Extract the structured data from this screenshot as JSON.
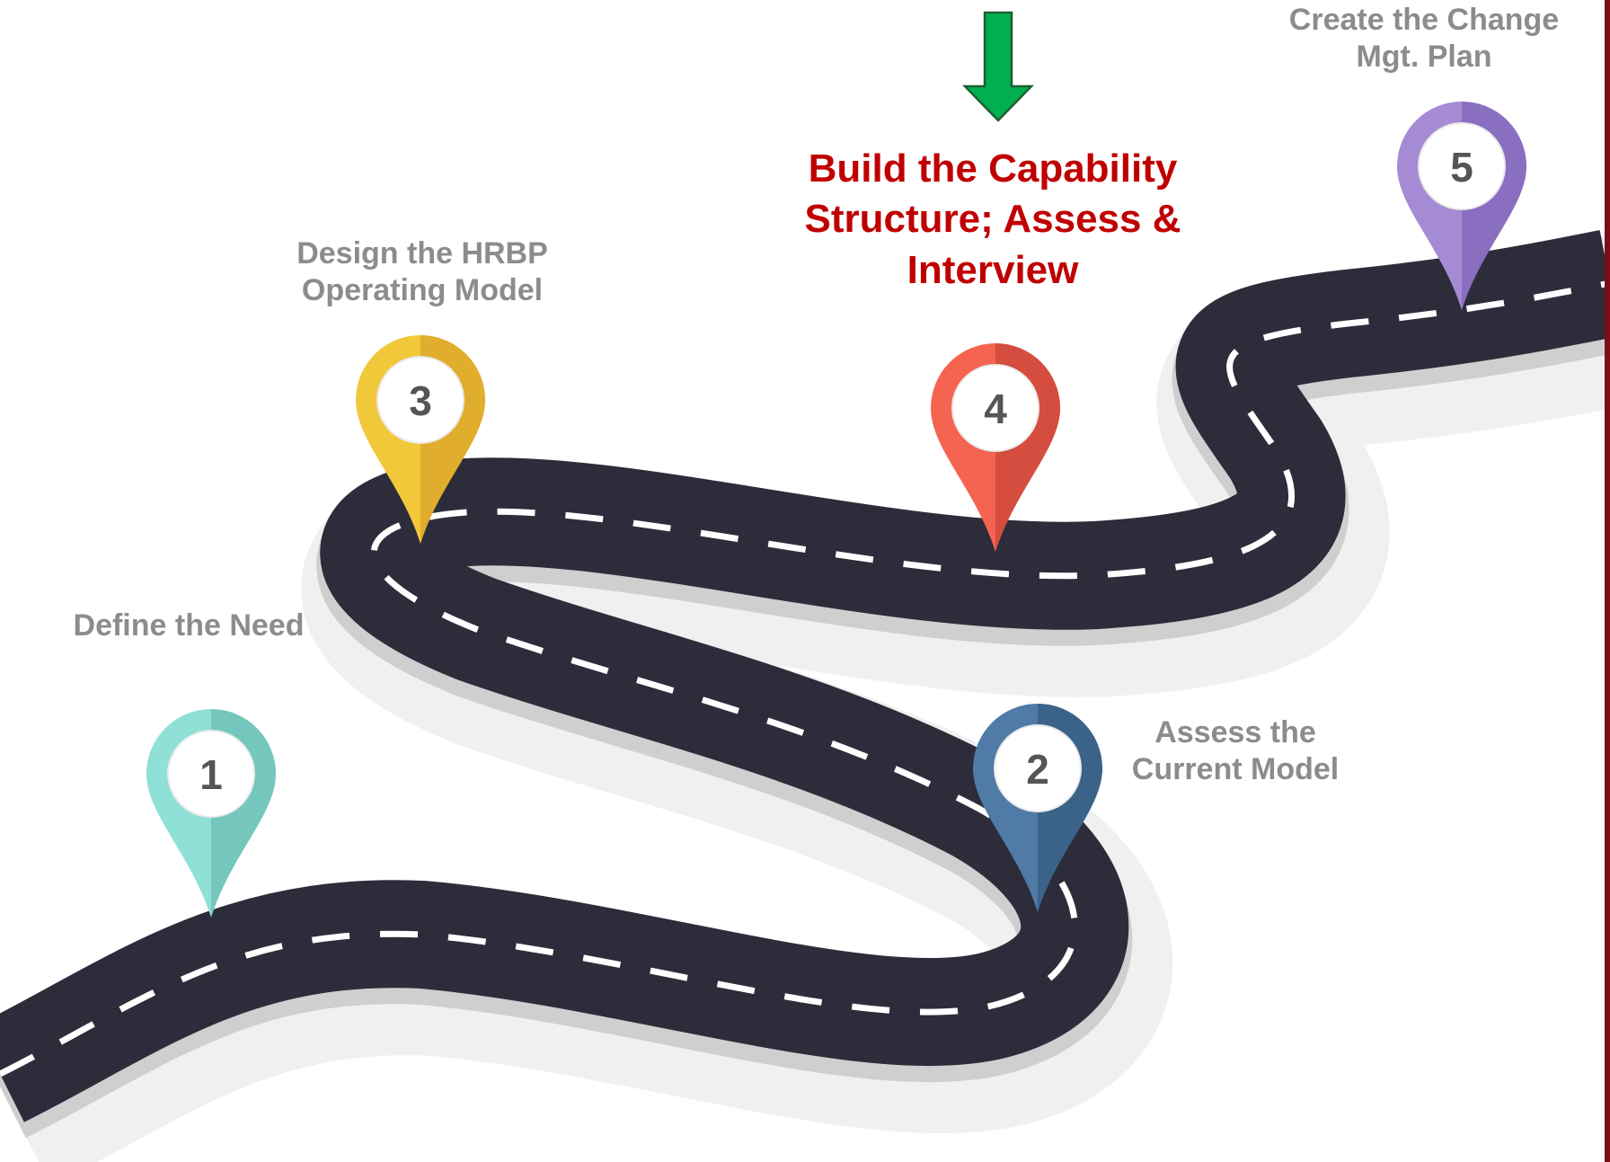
{
  "colors": {
    "road": "#2d2c3a",
    "road_edge": "#d6d6d6",
    "lane_marking": "#ffffff",
    "label_gray": "#8c8c8c",
    "highlight_red": "#c00000",
    "arrow_green": "#00b050",
    "right_border": "#7b0c18"
  },
  "milestones": [
    {
      "number": "1",
      "color": "#8fe0d6",
      "shade": "#6cbfb4",
      "label_lines": [
        "Define the Need",
        ""
      ],
      "highlighted": false
    },
    {
      "number": "2",
      "color": "#4f7ba6",
      "shade": "#34597f",
      "label_lines": [
        "Assess the",
        "Current Model"
      ],
      "highlighted": false
    },
    {
      "number": "3",
      "color": "#f2c83b",
      "shade": "#d9a428",
      "label_lines": [
        "Design the HRBP",
        "Operating Model"
      ],
      "highlighted": false
    },
    {
      "number": "4",
      "color": "#f46451",
      "shade": "#c9463a",
      "label_lines": [
        "Build the Capability",
        "Structure; Assess &",
        "Interview"
      ],
      "highlighted": true
    },
    {
      "number": "5",
      "color": "#a58ad4",
      "shade": "#8264b9",
      "label_lines": [
        "Create the Change",
        "Mgt. Plan"
      ],
      "highlighted": false
    }
  ],
  "arrow_icon": "down-arrow-icon"
}
